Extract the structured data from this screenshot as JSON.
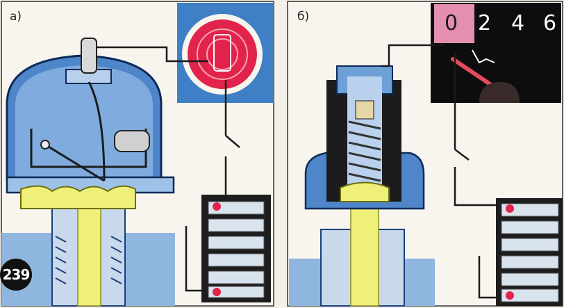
{
  "figure_number": "239",
  "panels": [
    {
      "label": "а)"
    },
    {
      "label": "б)"
    }
  ],
  "gauge": {
    "scale": [
      "0",
      "2",
      "4",
      "6"
    ]
  },
  "colors": {
    "housing_blue": "#4f86c9",
    "housing_dark": "#1c3f7a",
    "diaphragm_yellow": "#eef07a",
    "lamp_red": "#e2234b",
    "wire": "#1a1a1a",
    "gauge_bg": "#0d0d0d",
    "needle": "#e24a5e",
    "window_blue": "#3f7fc6"
  }
}
